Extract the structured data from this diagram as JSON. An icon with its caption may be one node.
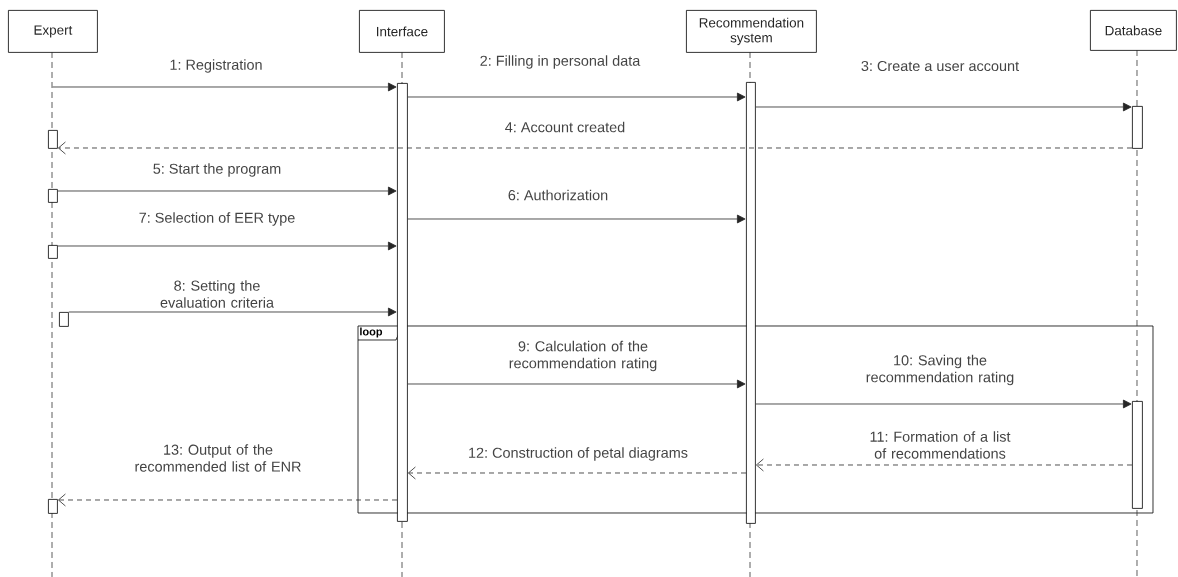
{
  "diagram": {
    "nodes": [
      {
        "text": [
          "Expert"
        ]
      },
      {
        "text": [
          "Interface"
        ]
      },
      {
        "text": [
          "Recommendation system"
        ]
      },
      {
        "text": [
          "Database"
        ]
      },
      {
        "text": [],
        "shape": "line"
      },
      {
        "text": [],
        "shape": "line"
      },
      {
        "text": [],
        "shape": "line"
      },
      {
        "text": [],
        "shape": "line"
      },
      {
        "text": [],
        "shape": "bar"
      },
      {
        "text": [],
        "shape": "bar"
      },
      {
        "text": [],
        "shape": "bar"
      },
      {
        "text": [],
        "shape": "bar"
      },
      {
        "text": [],
        "shape": "bar"
      },
      {
        "text": [],
        "shape": "bar"
      },
      {
        "text": [],
        "shape": "bar"
      },
      {
        "text": [],
        "shape": "bar"
      },
      {
        "text": [],
        "shape": "bar"
      }
    ],
    "labels": [
      "loop"
    ],
    "edges": [
      {
        "from": 4,
        "to": 13,
        "arrow": "to",
        "label": "1: Registration"
      },
      {
        "from": 13,
        "to": 14,
        "arrow": "to",
        "label": "2: Filling in personal data"
      },
      {
        "from": 14,
        "to": 15,
        "arrow": "to",
        "label": "3: Create a user account"
      },
      {
        "from": 15,
        "to": 8,
        "arrow": "to",
        "label": "4: Account created",
        "style": "dashed"
      },
      {
        "from": 9,
        "to": 13,
        "arrow": "to",
        "label": "5: Start the program"
      },
      {
        "from": 13,
        "to": 14,
        "arrow": "to",
        "label": "6: Authorization"
      },
      {
        "from": 10,
        "to": 13,
        "arrow": "to",
        "label": "7: Selection of EER type"
      },
      {
        "from": 11,
        "to": 13,
        "arrow": "to",
        "label": "8: Setting the evaluation criteria"
      },
      {
        "from": 13,
        "to": 14,
        "arrow": "to",
        "label": "9: Calculation of the recommendation rating"
      },
      {
        "from": 14,
        "to": 16,
        "arrow": "to",
        "label": "10: Saving the recommendation rating"
      },
      {
        "from": 16,
        "to": 14,
        "arrow": "to",
        "label": "11: Formation of a list of recommendations",
        "style": "dashed"
      },
      {
        "from": 14,
        "to": 13,
        "arrow": "to",
        "label": "12: Construction of petal diagrams",
        "style": "dashed"
      },
      {
        "from": 13,
        "to": 12,
        "arrow": "to",
        "label": "13: Output of the recommended list of ENR",
        "style": "dashed"
      }
    ]
  }
}
